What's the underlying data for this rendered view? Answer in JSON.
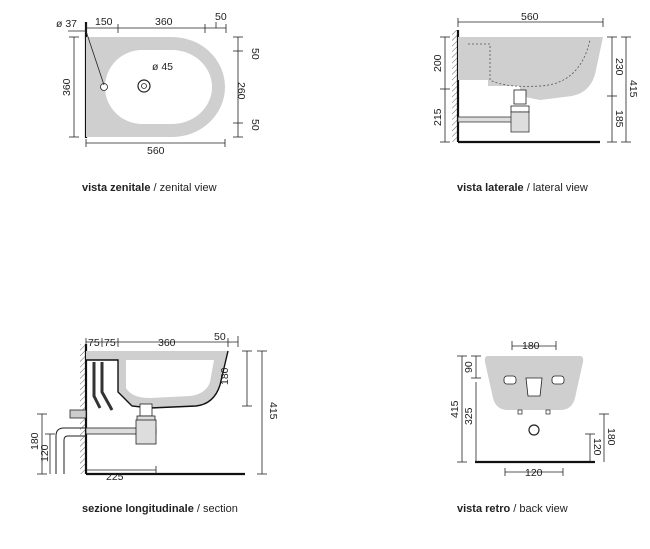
{
  "views": {
    "zenital": {
      "caption_bold": "vista zenitale",
      "caption_rest": " / zenital view",
      "dims": {
        "hole_small": "ø 37",
        "hole_big": "ø 45",
        "top_150": "150",
        "top_360": "360",
        "top_50": "50",
        "right_50_top": "50",
        "right_260": "260",
        "right_50_bottom": "50",
        "left_360": "360",
        "bottom_560": "560"
      }
    },
    "lateral": {
      "caption_bold": "vista laterale",
      "caption_rest": " / lateral view",
      "dims": {
        "top_560": "560",
        "left_200": "200",
        "left_215": "215",
        "right_230": "230",
        "right_415": "415",
        "right_185": "185"
      }
    },
    "section": {
      "caption_bold": "sezione longitudinale",
      "caption_rest": " / section",
      "dims": {
        "top_75a": "75",
        "top_75b": "75",
        "top_360": "360",
        "top_50": "50",
        "right_180": "180",
        "right_415": "415",
        "left_180": "180",
        "left_120": "120",
        "bottom_225": "225"
      }
    },
    "back": {
      "caption_bold": "vista retro",
      "caption_rest": " / back view",
      "dims": {
        "top_180": "180",
        "left_90": "90",
        "left_415": "415",
        "left_325": "325",
        "right_120": "120",
        "right_180": "180",
        "bottom_120": "120"
      }
    }
  }
}
